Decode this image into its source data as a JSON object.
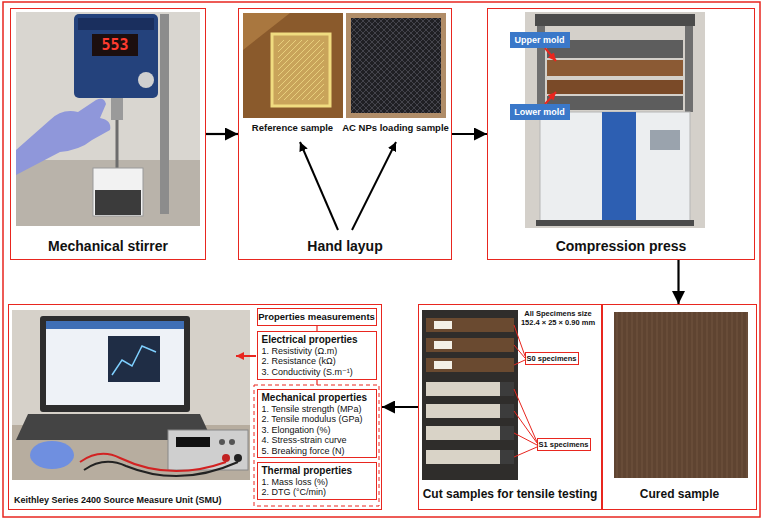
{
  "diagram": {
    "nodes": [
      {
        "text": [
          "Mechanical stirrer"
        ]
      },
      {
        "text": [
          "Hand layup"
        ]
      },
      {
        "text": [
          "Reference sample"
        ],
        "in": 1
      },
      {
        "text": [
          "AC NPs loading sample"
        ],
        "in": 1
      },
      {
        "text": [
          "Compression press"
        ]
      },
      {
        "text": [
          "Upper mold"
        ],
        "in": 4
      },
      {
        "text": [
          "Lower mold"
        ],
        "in": 4
      },
      {
        "text": [
          "Keithley Series 2400 Source Measure Unit (SMU)"
        ]
      },
      {
        "text": [
          "Properties measurements"
        ],
        "in": 7
      },
      {
        "text": [
          "Electrical properties",
          "1. Resistivity (Ω.m)",
          "2. Resistance (kΩ)",
          "3. Conductivity (S.m⁻¹)"
        ],
        "in": 7
      },
      {
        "text": [
          "Mechanical properties",
          "1. Tensile strength (MPa)",
          "2. Tensile modulus (GPa)",
          "3. Elongation (%)",
          "4. Stress-strain curve",
          "5. Breaking force (N)"
        ],
        "in": 7
      },
      {
        "text": [
          "Thermal properties",
          "1. Mass loss (%)",
          "2. DTG (°C/min)"
        ],
        "in": 7
      },
      {
        "text": [
          "Cut samples for tensile testing"
        ]
      },
      {
        "text": [
          "S0 specimens"
        ],
        "in": 12
      },
      {
        "text": [
          "S1 specimens"
        ],
        "in": 12
      },
      {
        "text": [
          "Cured sample"
        ]
      }
    ],
    "edges": [
      {
        "from": 0,
        "to": 1,
        "arrow": "to"
      },
      {
        "from": 1,
        "to": 4,
        "arrow": "to"
      },
      {
        "from": 4,
        "to": 15,
        "arrow": "to"
      },
      {
        "from": 12,
        "to": 7,
        "arrow": "to"
      }
    ],
    "labels": [
      "553",
      "All Specimens size 152.4 × 25 × 0.90 mm"
    ]
  }
}
